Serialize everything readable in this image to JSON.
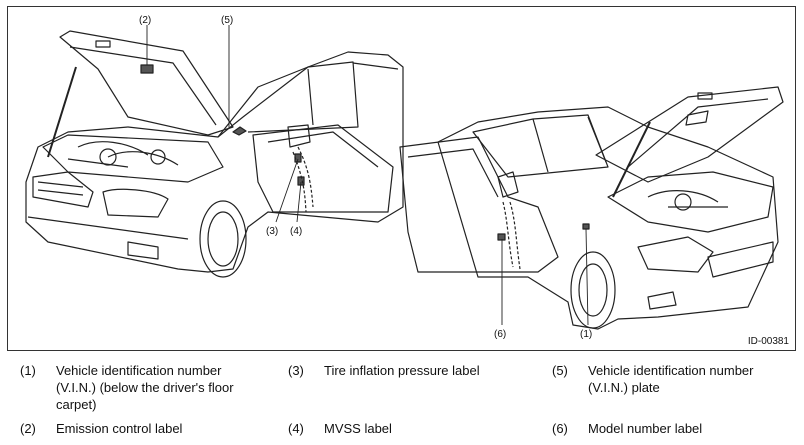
{
  "figure": {
    "id": "ID-00381",
    "callouts": [
      "(2)",
      "(5)",
      "(3)",
      "(4)",
      "(6)",
      "(1)"
    ]
  },
  "legend": [
    {
      "num": "(1)",
      "text": "Vehicle identification number (V.I.N.) (below the driver's floor carpet)"
    },
    {
      "num": "(3)",
      "text": "Tire inflation pressure label"
    },
    {
      "num": "(5)",
      "text": "Vehicle identification number (V.I.N.) plate"
    },
    {
      "num": "(2)",
      "text": "Emission control label"
    },
    {
      "num": "(4)",
      "text": "MVSS label"
    },
    {
      "num": "(6)",
      "text": "Model number label"
    }
  ]
}
